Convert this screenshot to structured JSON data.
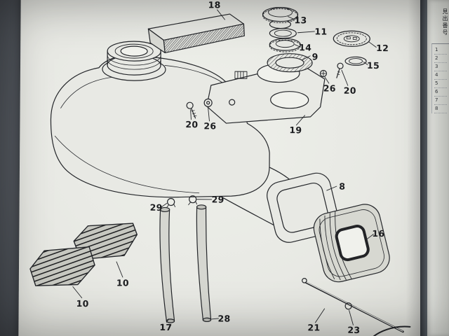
{
  "colors": {
    "paper": "#e8e9e4",
    "ink": "#24262a",
    "background": "#5a5f66"
  },
  "diagram": {
    "callouts": [
      {
        "part": "top-cover",
        "label": "18"
      },
      {
        "part": "fuel-cap",
        "label": "13"
      },
      {
        "part": "cap-ring",
        "label": "11"
      },
      {
        "part": "cap-ribbed-ring",
        "label": "14"
      },
      {
        "part": "cap-packing",
        "label": "9"
      },
      {
        "part": "cap-cover",
        "label": "12"
      },
      {
        "part": "cap-gasket",
        "label": "15"
      },
      {
        "part": "screw-right",
        "label": "26"
      },
      {
        "part": "bolt-right",
        "label": "20"
      },
      {
        "part": "bolt-left",
        "label": "20"
      },
      {
        "part": "washer-left",
        "label": "26"
      },
      {
        "part": "mounting-bracket",
        "label": "19"
      },
      {
        "part": "tank-rear-flange",
        "label": "8"
      },
      {
        "part": "rubber-cushion",
        "label": "16"
      },
      {
        "part": "hose-clamp-left",
        "label": "29"
      },
      {
        "part": "hose-clamp-right",
        "label": "29"
      },
      {
        "part": "rubber-mount-upper",
        "label": "10"
      },
      {
        "part": "rubber-mount-lower",
        "label": "10"
      },
      {
        "part": "fuel-tube",
        "label": "17"
      },
      {
        "part": "fuel-tube-long",
        "label": "28"
      },
      {
        "part": "rod",
        "label": "21"
      },
      {
        "part": "rod-ring",
        "label": "23"
      }
    ]
  },
  "side_panel": {
    "header": "見出番号",
    "index_numbers": [
      "1",
      "2",
      "3",
      "4",
      "5",
      "6",
      "7",
      "8"
    ]
  }
}
